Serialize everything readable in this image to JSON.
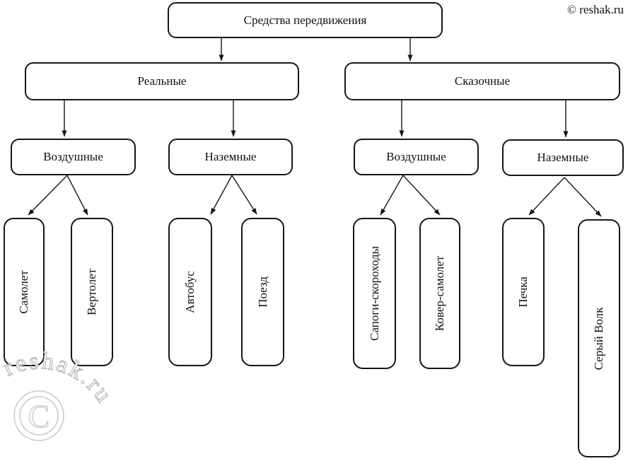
{
  "colors": {
    "background": "#ffffff",
    "border": "#161616",
    "text": "#111111",
    "watermark": "#bdbdbd"
  },
  "watermarks": {
    "top_right": "© reshak.ru",
    "bottom_left_text": "reshak.ru",
    "bottom_left_symbol": "C"
  },
  "diagram": {
    "root": {
      "id": "root",
      "label": "Средства передвижения"
    },
    "categories": [
      {
        "id": "real",
        "label": "Реальные"
      },
      {
        "id": "fairy",
        "label": "Сказочные"
      }
    ],
    "subcategories": [
      {
        "id": "air-real",
        "parent": "real",
        "label": "Воздушные"
      },
      {
        "id": "ground-real",
        "parent": "real",
        "label": "Наземные"
      },
      {
        "id": "air-fairy",
        "parent": "fairy",
        "label": "Воздушные"
      },
      {
        "id": "ground-fairy",
        "parent": "fairy",
        "label": "Наземные"
      }
    ],
    "leaves": [
      {
        "id": "samolet",
        "parent": "air-real",
        "label": "Самолет"
      },
      {
        "id": "vertolet",
        "parent": "air-real",
        "label": "Вертолет"
      },
      {
        "id": "avtobus",
        "parent": "ground-real",
        "label": "Автобус"
      },
      {
        "id": "poezd",
        "parent": "ground-real",
        "label": "Поезд"
      },
      {
        "id": "sapogi",
        "parent": "air-fairy",
        "label": "Сапоги-скороходы"
      },
      {
        "id": "kover",
        "parent": "air-fairy",
        "label": "Ковер-самолет"
      },
      {
        "id": "pechka",
        "parent": "ground-fairy",
        "label": "Печка"
      },
      {
        "id": "volk",
        "parent": "ground-fairy",
        "label": "Серый Волк"
      }
    ],
    "edges": [
      {
        "from": "root",
        "to": "real"
      },
      {
        "from": "root",
        "to": "fairy"
      },
      {
        "from": "real",
        "to": "air-real"
      },
      {
        "from": "real",
        "to": "ground-real"
      },
      {
        "from": "fairy",
        "to": "air-fairy"
      },
      {
        "from": "fairy",
        "to": "ground-fairy"
      },
      {
        "from": "air-real",
        "to": "samolet"
      },
      {
        "from": "air-real",
        "to": "vertolet"
      },
      {
        "from": "ground-real",
        "to": "avtobus"
      },
      {
        "from": "ground-real",
        "to": "poezd"
      },
      {
        "from": "air-fairy",
        "to": "sapogi"
      },
      {
        "from": "air-fairy",
        "to": "kover"
      },
      {
        "from": "ground-fairy",
        "to": "pechka"
      },
      {
        "from": "ground-fairy",
        "to": "volk"
      }
    ]
  }
}
